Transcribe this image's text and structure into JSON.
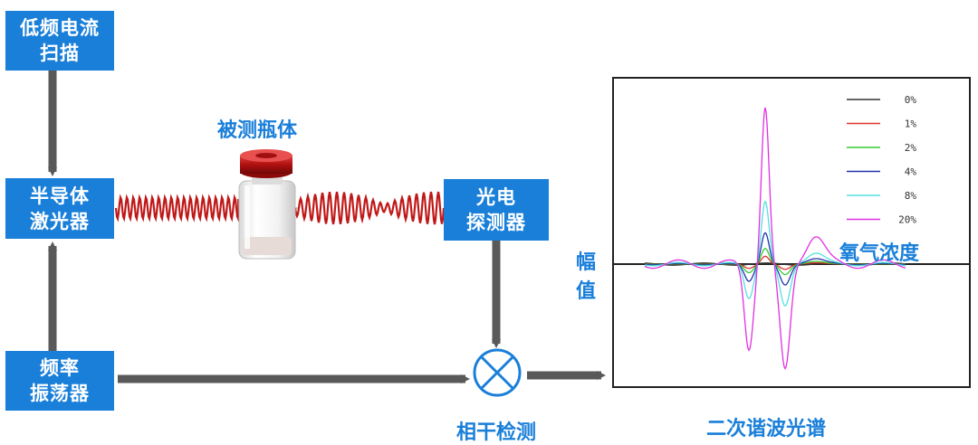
{
  "boxes": {
    "scan": [
      "低频电流",
      "扫描"
    ],
    "laser": [
      "半导体",
      "激光器"
    ],
    "oscillator": [
      "频率",
      "振荡器"
    ],
    "detector": [
      "光电",
      "探测器"
    ]
  },
  "labels": {
    "vial": "被测瓶体",
    "coherent": "相干检测",
    "amplitude": [
      "幅",
      "值"
    ],
    "concentration": "氧气浓度",
    "spectrum": "二次谐波光谱"
  },
  "colors": {
    "box": "#1a7fd9",
    "arrow": "#595959",
    "wave": "#c01818"
  },
  "legend": [
    {
      "label": "0%",
      "color": "#333333",
      "amp": 0.0
    },
    {
      "label": "1%",
      "color": "#e03030",
      "amp": 0.05
    },
    {
      "label": "2%",
      "color": "#33cc33",
      "amp": 0.1
    },
    {
      "label": "4%",
      "color": "#2233aa",
      "amp": 0.2
    },
    {
      "label": "8%",
      "color": "#55e0e0",
      "amp": 0.4
    },
    {
      "label": "20%",
      "color": "#e030e0",
      "amp": 1.0
    }
  ]
}
